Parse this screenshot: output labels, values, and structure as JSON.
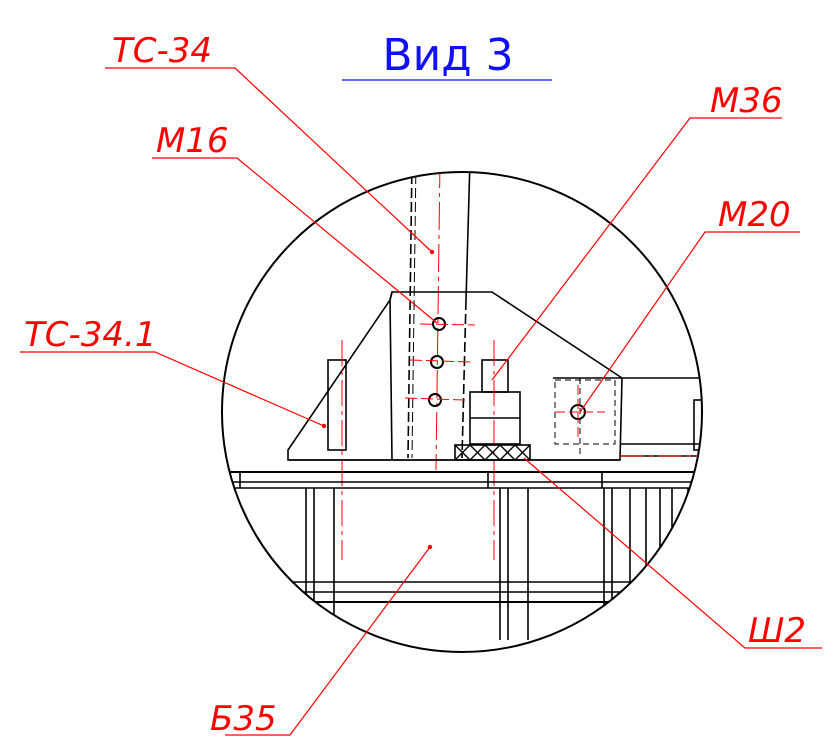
{
  "title": "Вид 3",
  "colors": {
    "title": "#1010ff",
    "callout": "#ff0000",
    "drawing": "#000000",
    "centerline": "#ff0000"
  },
  "callouts": {
    "tc34": "ТС-34",
    "m16": "М16",
    "m36": "М36",
    "m20": "М20",
    "tc341": "ТС-34.1",
    "sh2": "Ш2",
    "b35": "Б35"
  }
}
